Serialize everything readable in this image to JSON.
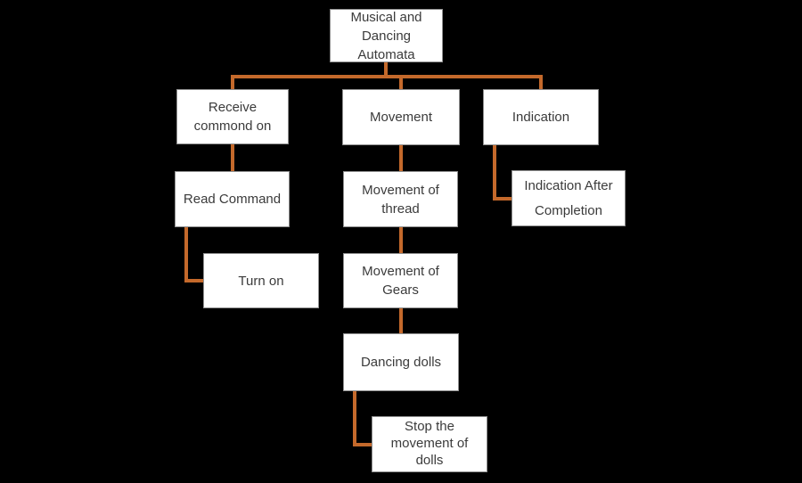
{
  "diagram": {
    "type": "flowchart",
    "title": "Musical and Dancing Automata",
    "colors": {
      "background": "#000000",
      "node_fill": "#ffffff",
      "node_border": "#8f8f8f",
      "node_text": "#3b3b3b",
      "connector": "#c4692b"
    },
    "nodes": {
      "root": {
        "label": "Musical and\nDancing\nAutomata"
      },
      "receive_command": {
        "label": "Receive\ncommond on"
      },
      "movement": {
        "label": "Movement"
      },
      "indication": {
        "label": "Indication"
      },
      "read_command": {
        "label": "Read Command"
      },
      "turn_on": {
        "label": "Turn on"
      },
      "movement_of_thread": {
        "label": "Movement of\nthread"
      },
      "movement_of_gears": {
        "label": "Movement of\nGears"
      },
      "dancing_dolls": {
        "label": "Dancing dolls"
      },
      "stop_movement": {
        "label": "Stop the\nmovement of\ndolls"
      },
      "indication_after": {
        "label": "Indication After\nCompletion"
      }
    },
    "edges": [
      {
        "from": "root",
        "to": "receive_command"
      },
      {
        "from": "root",
        "to": "movement"
      },
      {
        "from": "root",
        "to": "indication"
      },
      {
        "from": "receive_command",
        "to": "read_command"
      },
      {
        "from": "read_command",
        "to": "turn_on"
      },
      {
        "from": "movement",
        "to": "movement_of_thread"
      },
      {
        "from": "movement_of_thread",
        "to": "movement_of_gears"
      },
      {
        "from": "movement_of_gears",
        "to": "dancing_dolls"
      },
      {
        "from": "dancing_dolls",
        "to": "stop_movement"
      },
      {
        "from": "indication",
        "to": "indication_after"
      }
    ]
  }
}
